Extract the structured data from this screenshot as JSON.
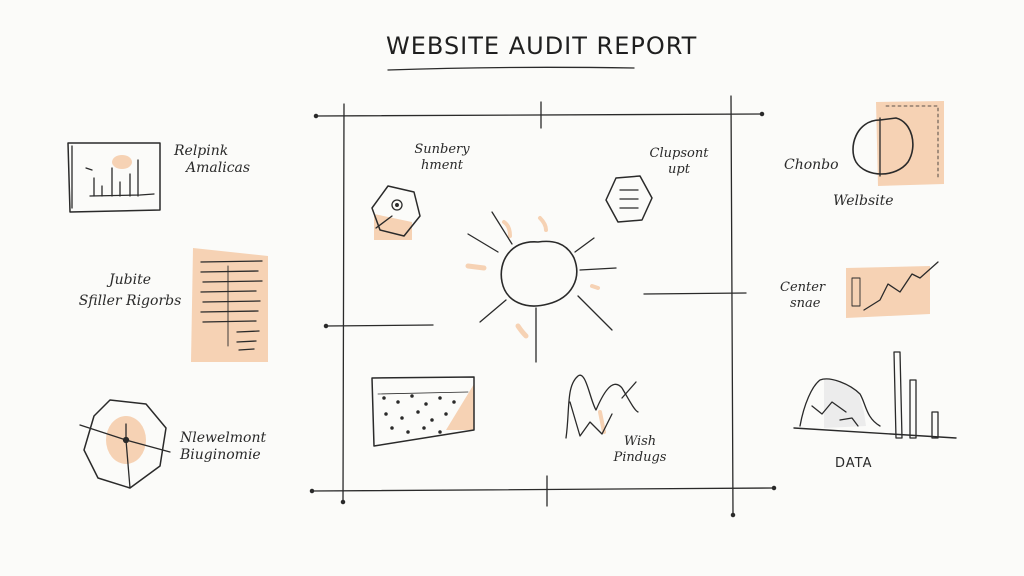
{
  "title": "WEBSITE AUDIT REPORT",
  "colors": {
    "ink": "#2a2a2a",
    "accent": "#f6d2b4",
    "background": "#fbfbf9"
  },
  "labels": {
    "reporting_analytics": [
      "Relpink",
      "Amalicas"
    ],
    "site_filler_reports": [
      "Jubite",
      "Sfiller Rigorbs"
    ],
    "development_performance": [
      "Nlewelmont",
      "Biuginomie"
    ],
    "summary_report": [
      "Sunbery",
      "hment"
    ],
    "current_output": [
      "Clupsont",
      "upt"
    ],
    "web_findings": [
      "Wish",
      "Pindugs"
    ],
    "chrono": "Chonbo",
    "website": "Welbsite",
    "content_share": [
      "Center",
      "snae"
    ],
    "data": "DATA"
  },
  "icons": [
    "bar-chart-panel-icon",
    "document-lines-icon",
    "octagon-pie-icon",
    "hexagon-eye-icon",
    "hexagon-list-icon",
    "central-sun-icon",
    "scatter-panel-icon",
    "hand-chart-icon",
    "circle-swatch-icon",
    "trend-chart-icon",
    "data-bars-icon"
  ]
}
